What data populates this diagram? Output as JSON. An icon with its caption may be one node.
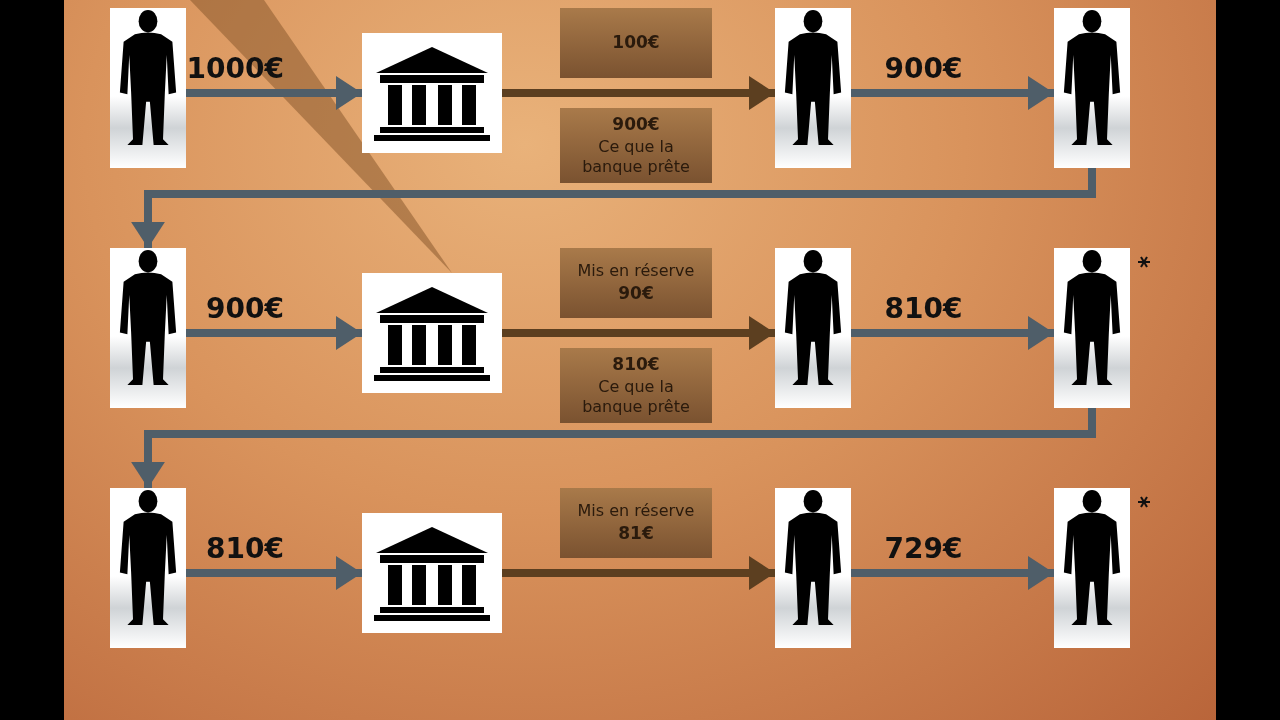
{
  "diagram": {
    "nodes": [
      {
        "text": [],
        "shape": "person"
      },
      {
        "text": [],
        "shape": "picture"
      },
      {
        "text": [
          "100€"
        ]
      },
      {
        "text": [
          "900€",
          "Ce que la banque prête"
        ]
      },
      {
        "text": [],
        "shape": "person"
      },
      {
        "text": [],
        "shape": "person"
      },
      {
        "text": [],
        "shape": "person"
      },
      {
        "text": [],
        "shape": "picture"
      },
      {
        "text": [
          "Mis en réserve",
          "90€"
        ]
      },
      {
        "text": [
          "810€",
          "Ce que la banque prête"
        ]
      },
      {
        "text": [],
        "shape": "person"
      },
      {
        "text": [],
        "shape": "person"
      },
      {
        "text": [],
        "shape": "person"
      },
      {
        "text": [],
        "shape": "picture"
      },
      {
        "text": [
          "Mis en réserve",
          "81€"
        ]
      },
      {
        "text": [],
        "shape": "person"
      },
      {
        "text": [],
        "shape": "person"
      }
    ],
    "edges": [
      {
        "from": 0,
        "to": 1,
        "arrow": "to",
        "label": "1000€"
      },
      {
        "from": 1,
        "to": 4,
        "arrow": "to",
        "color": "#5c3f20"
      },
      {
        "from": 4,
        "to": 5,
        "arrow": "to",
        "label": "900€"
      },
      {
        "from": 5,
        "to": 6,
        "arrow": "to"
      },
      {
        "from": 6,
        "to": 7,
        "arrow": "to",
        "label": "900€"
      },
      {
        "from": 7,
        "to": 10,
        "arrow": "to",
        "color": "#5c3f20"
      },
      {
        "from": 10,
        "to": 11,
        "arrow": "to",
        "label": "810€"
      },
      {
        "from": 11,
        "to": 12,
        "arrow": "to"
      },
      {
        "from": 12,
        "to": 13,
        "arrow": "to",
        "label": "810€"
      },
      {
        "from": 13,
        "to": 15,
        "arrow": "to",
        "color": "#5c3f20"
      },
      {
        "from": 15,
        "to": 16,
        "arrow": "to",
        "label": "729€"
      }
    ]
  }
}
